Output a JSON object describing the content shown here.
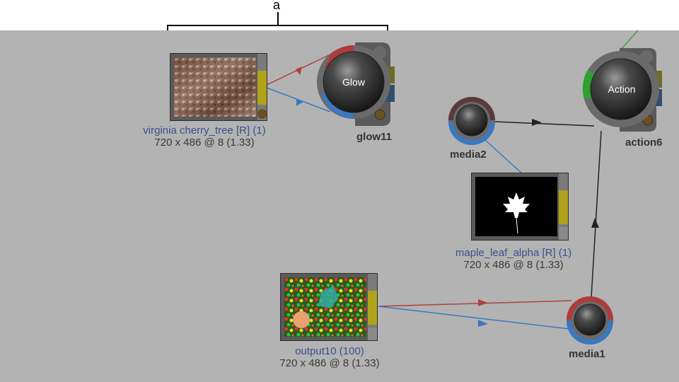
{
  "callout": {
    "letter": "a"
  },
  "nodes": {
    "cherry_clip": {
      "name": "virginia cherry_tree [R] (1)",
      "info": "720 x 486 @ 8 (1.33)"
    },
    "glow": {
      "ball_label": "Glow",
      "name": "glow11"
    },
    "media2": {
      "name": "media2"
    },
    "action": {
      "ball_label": "Action",
      "name": "action6"
    },
    "maple_clip": {
      "name": "maple_leaf_alpha [R] (1)",
      "info": "720 x 486 @ 8 (1.33)"
    },
    "output_clip": {
      "name": "output10 (100)",
      "info": "720 x 486 @ 8 (1.33)"
    },
    "media1": {
      "name": "media1"
    }
  },
  "colors": {
    "canvas": "#b3b3b3",
    "link_red": "#b04040",
    "link_blue": "#3a78c0",
    "link_green": "#4aa040",
    "link_black": "#222222",
    "label_blue": "#3c4f8c",
    "tab_yellow": "#b0a21a"
  }
}
